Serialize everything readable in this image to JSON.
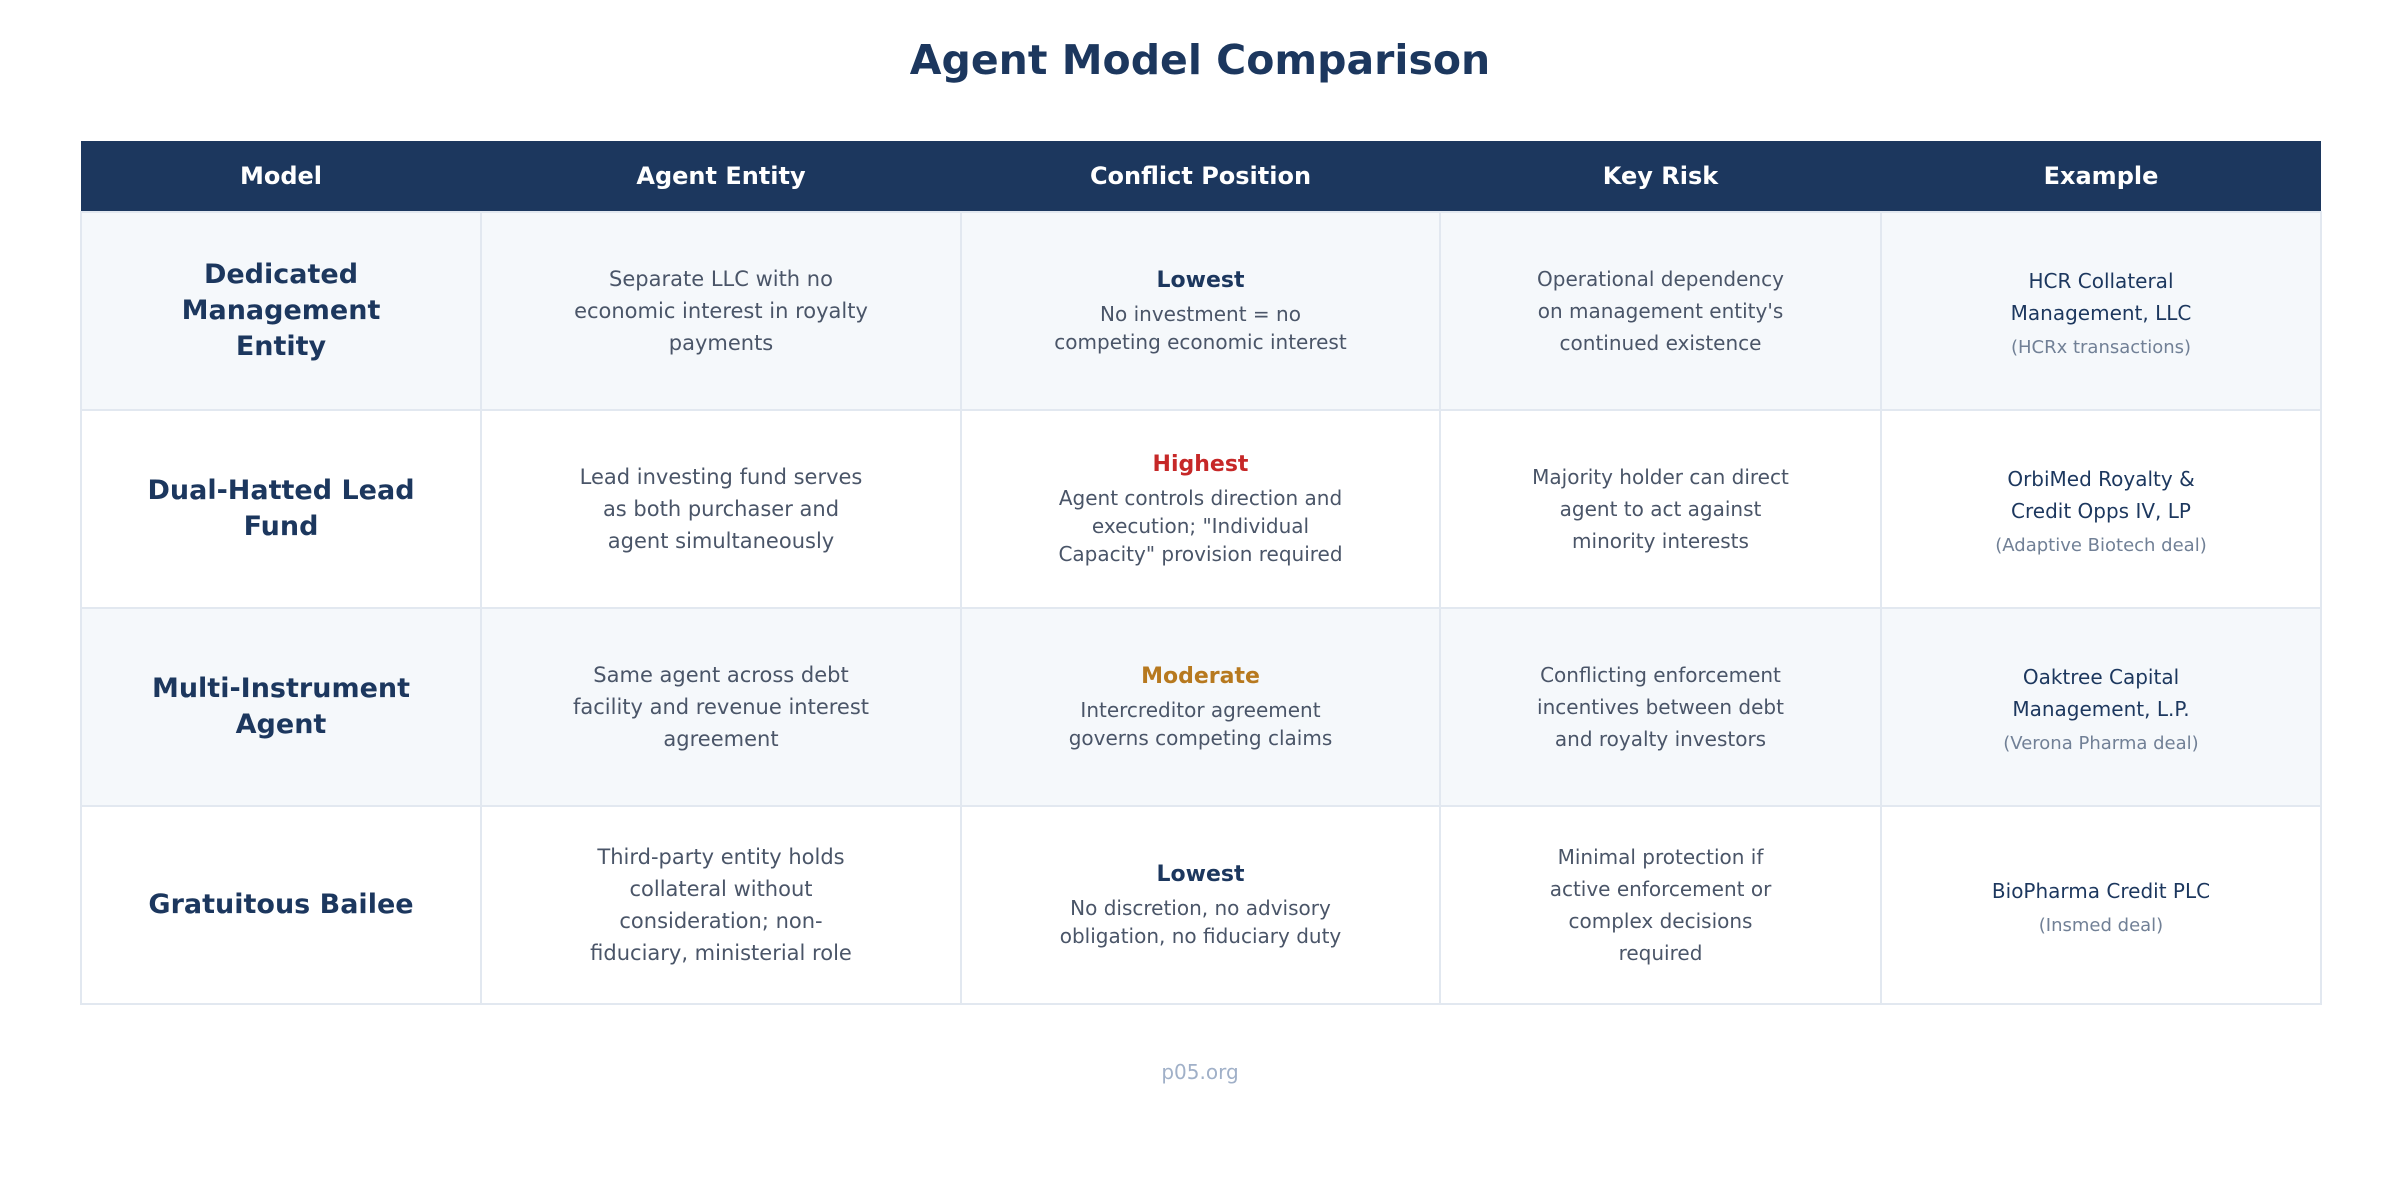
{
  "title": "Agent Model Comparison",
  "columns": [
    "Model",
    "Agent Entity",
    "Conflict Position",
    "Key Risk",
    "Example"
  ],
  "rows": [
    {
      "model": "Dedicated Management Entity",
      "entity": "Separate LLC with no economic interest in royalty payments",
      "conflict_label": "Lowest",
      "conflict_color": "#1c375e",
      "conflict_desc": "No investment = no competing economic interest",
      "risk": "Operational dependency on management entity's continued existence",
      "example": "HCR Collateral Management, LLC",
      "example_note": "(HCRx transactions)"
    },
    {
      "model": "Dual-Hatted Lead Fund",
      "entity": "Lead investing fund serves as both purchaser and agent simultaneously",
      "conflict_label": "Highest",
      "conflict_color": "#c62828",
      "conflict_desc": "Agent controls direction and execution; \"Individual Capacity\" provision required",
      "risk": "Majority holder can direct agent to act against minority interests",
      "example": "OrbiMed Royalty & Credit Opps IV, LP",
      "example_note": "(Adaptive Biotech deal)"
    },
    {
      "model": "Multi-Instrument Agent",
      "entity": "Same agent across debt facility and revenue interest agreement",
      "conflict_label": "Moderate",
      "conflict_color": "#b7791f",
      "conflict_desc": "Intercreditor agreement governs competing claims",
      "risk": "Conflicting enforcement incentives between debt and royalty investors",
      "example": "Oaktree Capital Management, L.P.",
      "example_note": "(Verona Pharma deal)"
    },
    {
      "model": "Gratuitous Bailee",
      "entity": "Third-party entity holds collateral without consideration; non-fiduciary, ministerial role",
      "conflict_label": "Lowest",
      "conflict_color": "#1c375e",
      "conflict_desc": "No discretion, no advisory obligation, no fiduciary duty",
      "risk": "Minimal protection if active enforcement or complex decisions required",
      "example": "BioPharma Credit PLC",
      "example_note": "(Insmed deal)"
    }
  ],
  "footer": "p05.org"
}
